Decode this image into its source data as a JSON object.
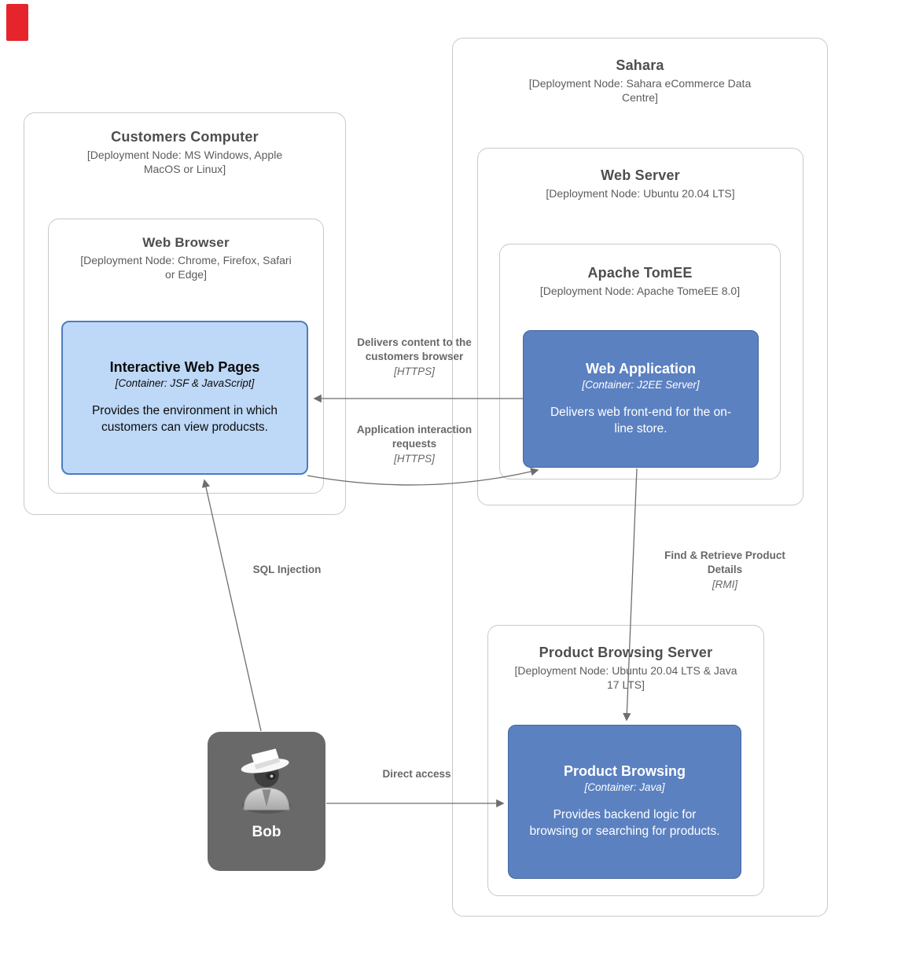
{
  "marker": {
    "color": "#e5242b"
  },
  "nodes": {
    "customers_computer": {
      "title": "Customers Computer",
      "subtitle": "[Deployment Node: MS Windows, Apple MacOS or Linux]"
    },
    "web_browser": {
      "title": "Web Browser",
      "subtitle": "[Deployment Node: Chrome, Firefox, Safari or Edge]"
    },
    "interactive_web_pages": {
      "title": "Interactive Web Pages",
      "subtitle": "[Container: JSF & JavaScript]",
      "description": "Provides the environment in which customers can view producsts."
    },
    "sahara": {
      "title": "Sahara",
      "subtitle": "[Deployment Node: Sahara eCommerce Data Centre]"
    },
    "web_server": {
      "title": "Web Server",
      "subtitle": "[Deployment Node: Ubuntu 20.04 LTS]"
    },
    "apache_tomee": {
      "title": "Apache TomEE",
      "subtitle": "[Deployment Node: Apache TomeEE 8.0]"
    },
    "web_application": {
      "title": "Web Application",
      "subtitle": "[Container: J2EE Server]",
      "description": "Delivers web front-end for the on-line store."
    },
    "product_browsing_server": {
      "title": "Product Browsing Server",
      "subtitle": "[Deployment Node: Ubuntu 20.04 LTS & Java 17 LTS]"
    },
    "product_browsing": {
      "title": "Product Browsing",
      "subtitle": "[Container: Java]",
      "description": "Provides backend logic for browsing or searching for products."
    },
    "bob": {
      "label": "Bob"
    }
  },
  "relationships": [
    {
      "label": "Delivers content to the customers browser",
      "tech": "[HTTPS]"
    },
    {
      "label": "Application interaction requests",
      "tech": "[HTTPS]"
    },
    {
      "label": "Find & Retrieve Product Details",
      "tech": "[RMI]"
    },
    {
      "label": "SQL Injection",
      "tech": ""
    },
    {
      "label": "Direct access",
      "tech": ""
    }
  ],
  "colors": {
    "container_blue": "#5b81c1",
    "container_light_blue": "#bed9f7",
    "light_border_blue": "#4d7cc2",
    "node_border_gray": "#c9c9c9",
    "arrow_gray": "#6e6e6e",
    "actor_gray": "#696969",
    "marker_red": "#e5242b"
  }
}
